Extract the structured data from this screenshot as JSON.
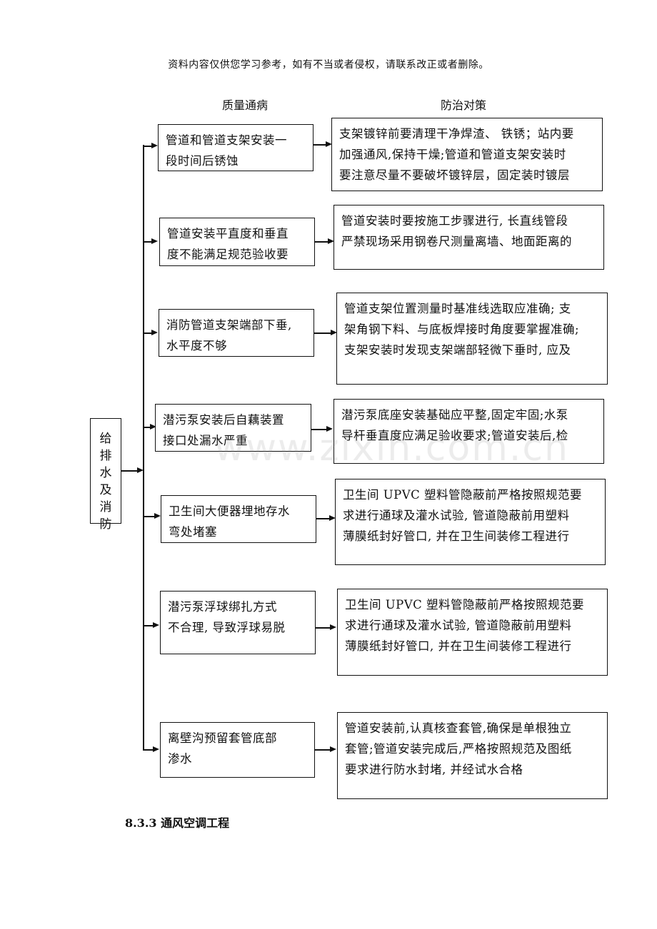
{
  "notice": "资料内容仅供您学习参考，如有不当或者侵权，请联系改正或者删除。",
  "headers": {
    "problem": "质量通病",
    "solution": "防治对策"
  },
  "root": {
    "chars": [
      "给",
      "排",
      "水",
      "及",
      "消",
      "防"
    ]
  },
  "rows": [
    {
      "problem": [
        "管道和管道支架安装一",
        "段时间后锈蚀"
      ],
      "solution": [
        "支架镀锌前要清理干净焊渣、 铁锈；站内要",
        "加强通风,保持干燥;管道和管道支架安装时",
        "要注意尽量不要破坏镀锌层，固定装时镀层"
      ]
    },
    {
      "problem": [
        "管道安装平直度和垂直",
        "度不能满足规范验收要"
      ],
      "solution": [
        "管道安装时要按施工步骤进行, 长直线管段",
        "严禁现场采用钢卷尺测量离墙、地面距离的"
      ]
    },
    {
      "problem": [
        "消防管道支架端部下垂,",
        "水平度不够"
      ],
      "solution": [
        "管道支架位置测量时基准线选取应准确; 支",
        "架角钢下料、与底板焊接时角度要掌握准确;",
        "支架安装时发现支架端部轻微下垂时, 应及"
      ]
    },
    {
      "problem": [
        "潜污泵安装后自藕装置",
        "接口处漏水严重"
      ],
      "solution": [
        "潜污泵底座安装基础应平整,固定牢固;水泵",
        "导杆垂直度应满足验收要求;管道安装后,检"
      ]
    },
    {
      "problem": [
        "卫生间大便器埋地存水",
        "弯处堵塞"
      ],
      "solution": [
        "卫生间 UPVC 塑料管隐蔽前严格按照规范要",
        "求进行通球及灌水试验, 管道隐蔽前用塑料",
        "薄膜纸封好管口, 并在卫生间装修工程进行"
      ]
    },
    {
      "problem": [
        "潜污泵浮球绑扎方式",
        "不合理, 导致浮球易脱"
      ],
      "solution": [
        "卫生间 UPVC 塑料管隐蔽前严格按照规范要",
        "求进行通球及灌水试验, 管道隐蔽前用塑料",
        "薄膜纸封好管口, 并在卫生间装修工程进行"
      ]
    },
    {
      "problem": [
        "离壁沟预留套管底部",
        "渗水"
      ],
      "solution": [
        "管道安装前,认真核查套管,确保是单根独立",
        "套管;管道安装完成后,严格按照规范及图纸",
        "要求进行防水封堵, 并经试水合格"
      ]
    }
  ],
  "watermark": "www.zixin.com.cn",
  "section_title": "8.3.3 通风空调工程"
}
